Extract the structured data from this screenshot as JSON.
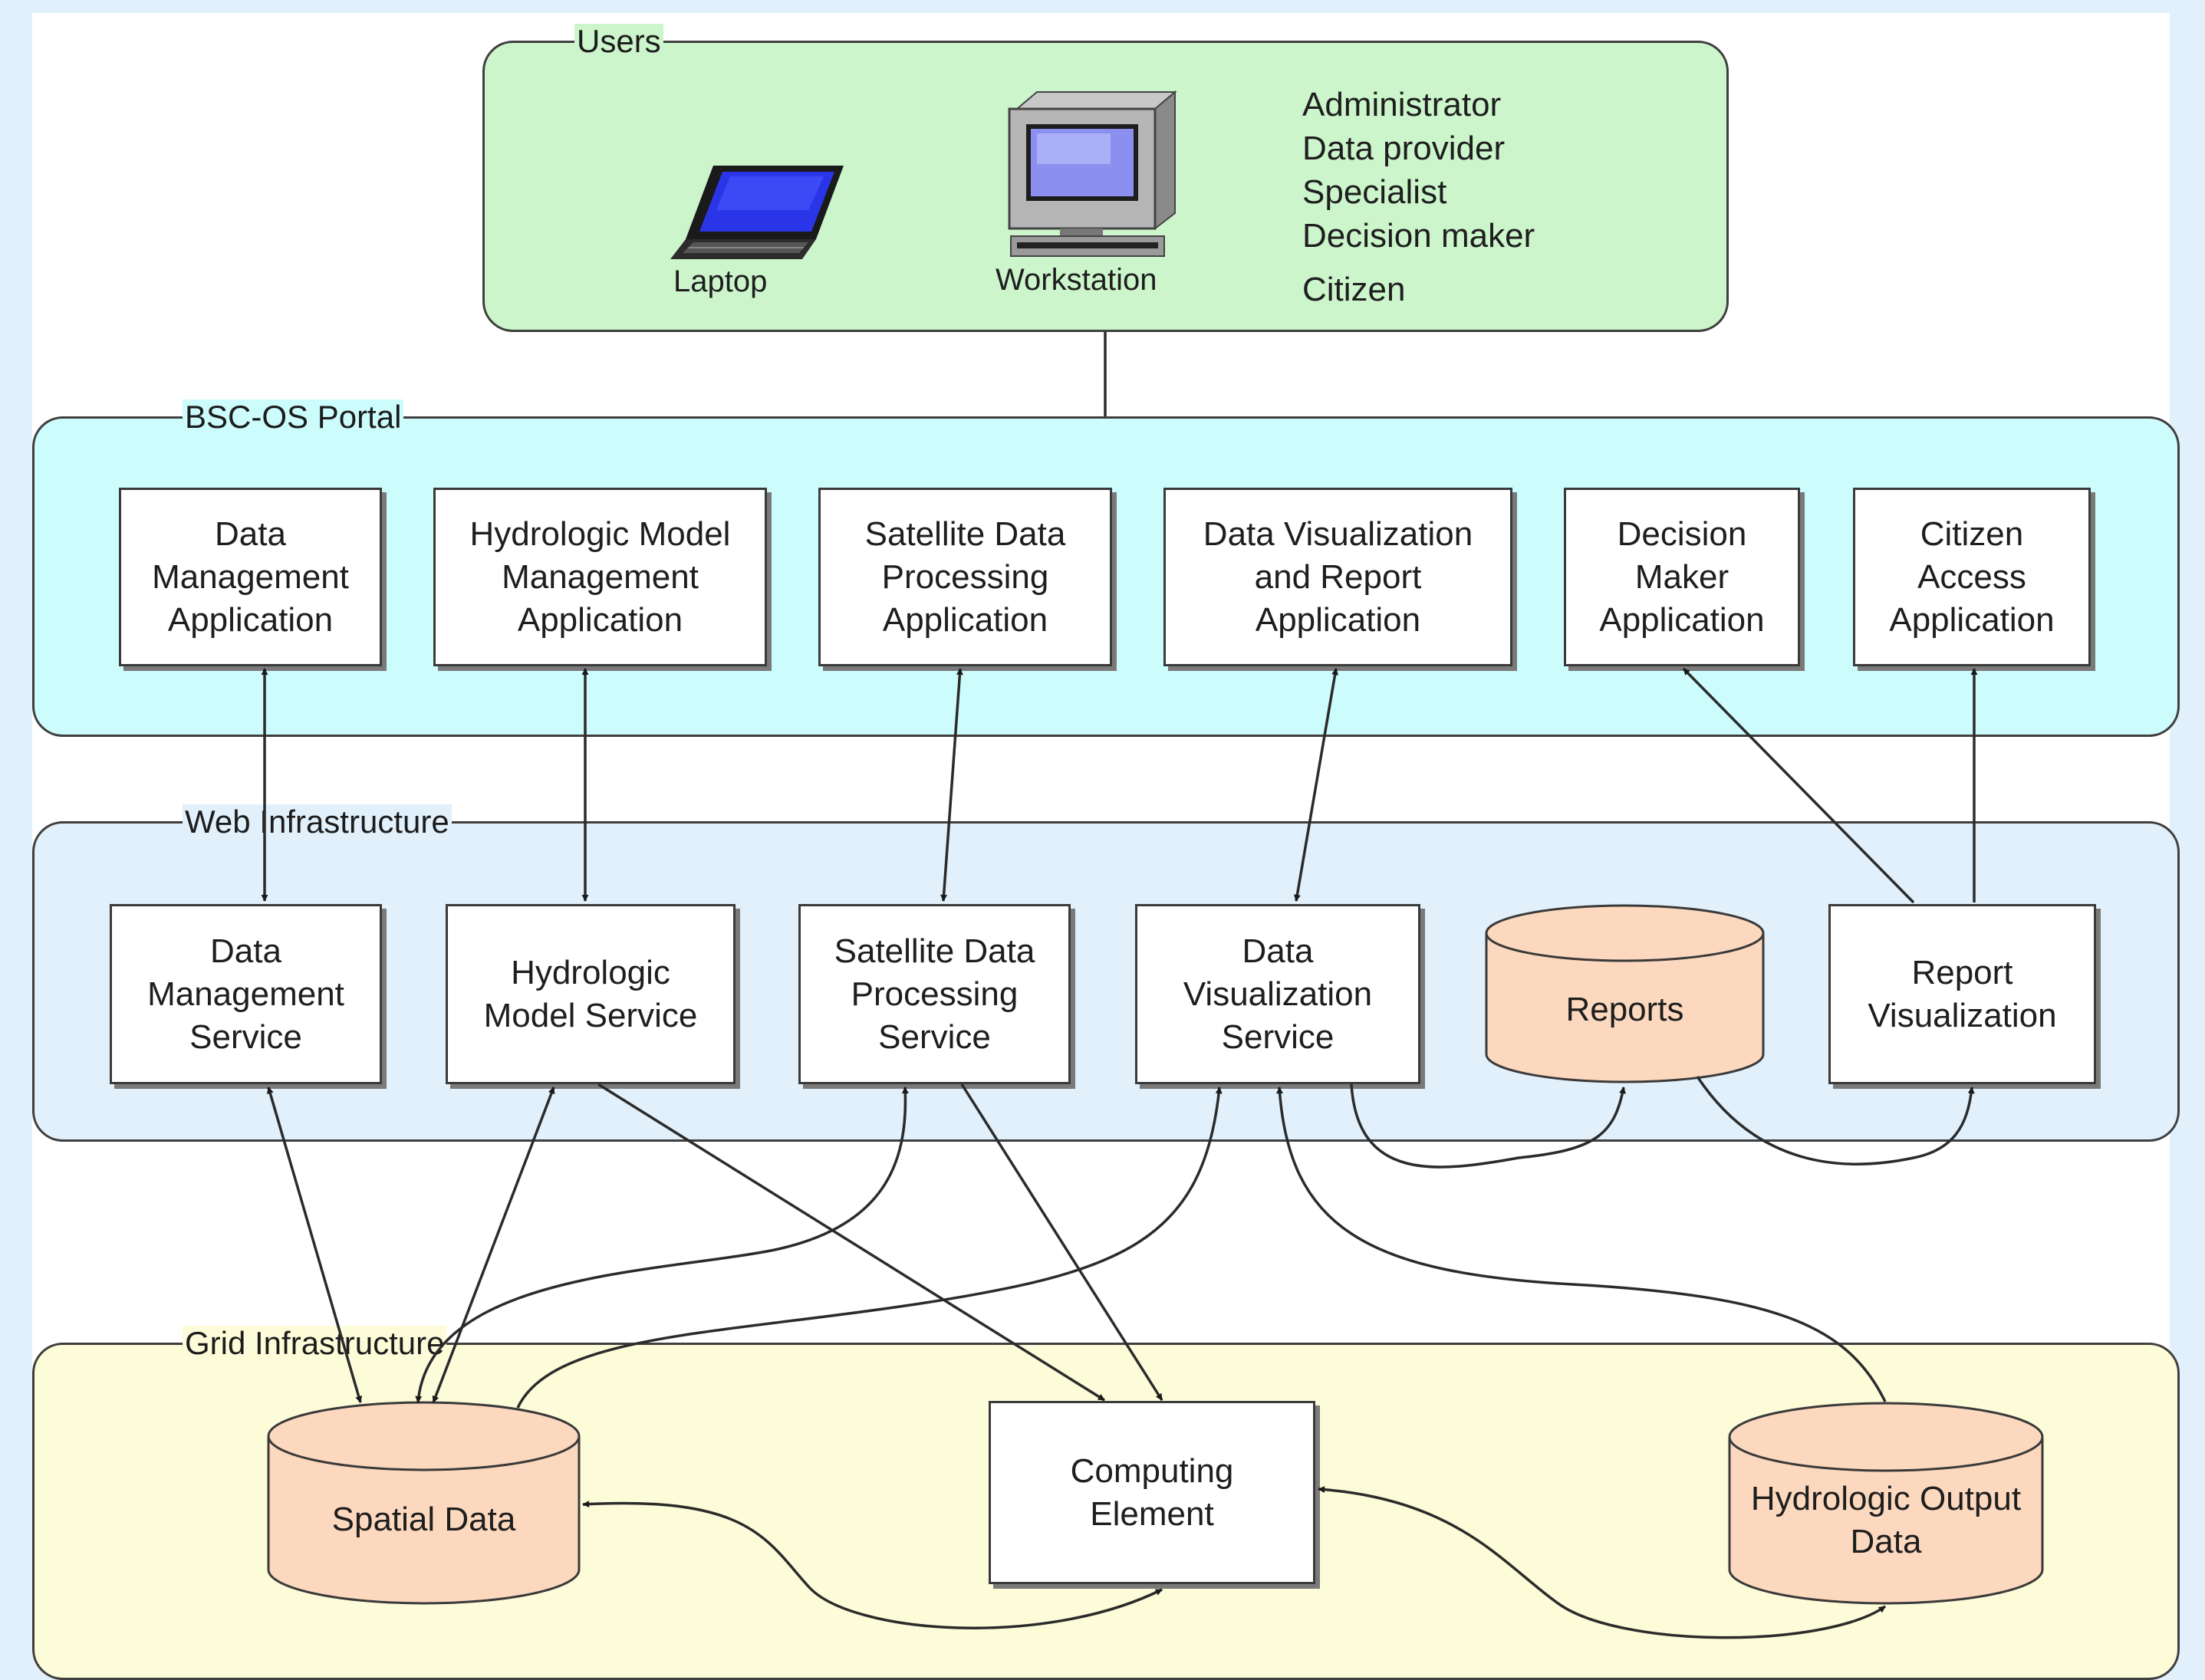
{
  "colors": {
    "page_background": "#e1f0fb",
    "users_fill": "#ccf5cc",
    "portal_fill": "#ccfcfc",
    "web_fill": "#e1f0fb",
    "grid_fill": "#fdfcd9",
    "datastore_fill": "#fcd8be",
    "box_fill": "#ffffff",
    "line": "#2b2b2b"
  },
  "users": {
    "title": "Users",
    "devices": [
      {
        "label": "Laptop",
        "icon": "laptop-icon"
      },
      {
        "label": "Workstation",
        "icon": "workstation-icon"
      }
    ],
    "roles": [
      "Administrator",
      "Data provider",
      "Specialist",
      "Decision maker",
      "Citizen"
    ]
  },
  "portal": {
    "title": "BSC-OS Portal",
    "applications": [
      "Data\nManagement\nApplication",
      "Hydrologic Model\nManagement\nApplication",
      "Satellite Data\nProcessing\nApplication",
      "Data Visualization\nand Report\nApplication",
      "Decision\nMaker\nApplication",
      "Citizen\nAccess\nApplication"
    ]
  },
  "web": {
    "title": "Web Infrastructure",
    "services": [
      "Data\nManagement\nService",
      "Hydrologic\nModel Service",
      "Satellite Data\nProcessing\nService",
      "Data\nVisualization\nService",
      "Report\nVisualization"
    ],
    "reports_store": "Reports"
  },
  "grid": {
    "title": "Grid Infrastructure",
    "spatial_data": "Spatial Data",
    "computing_element": "Computing\nElement",
    "hydrologic_output": "Hydrologic Output\nData"
  }
}
